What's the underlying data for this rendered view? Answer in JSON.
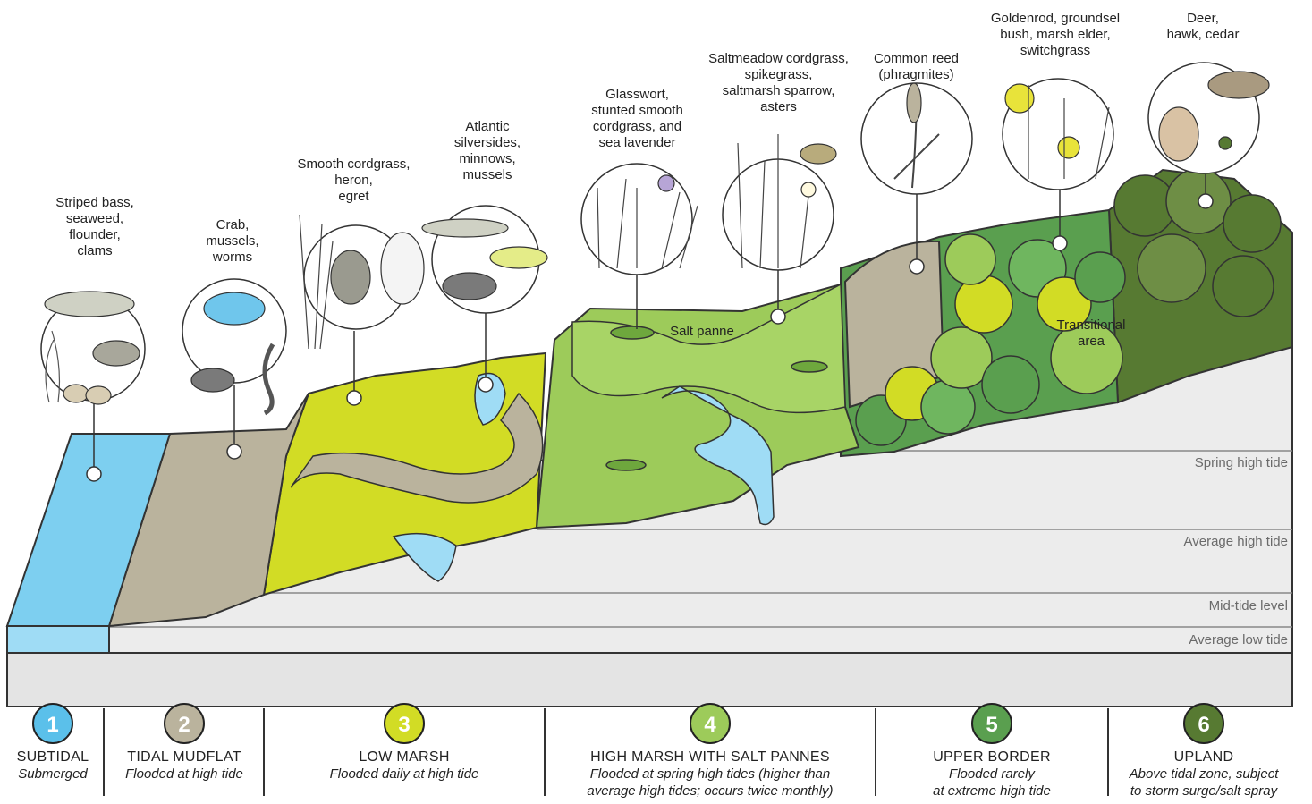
{
  "species_labels": {
    "subtidal": "Striped bass,\nseaweed,\nflounder,\nclams",
    "mudflat": "Crab,\nmussels,\nworms",
    "low_marsh": "Smooth cordgrass,\nheron,\negret",
    "channel": "Atlantic\nsilversides,\nminnows,\nmussels",
    "high_marsh": "Glasswort,\nstunted smooth\ncordgrass, and\nsea lavender",
    "salt_meadow": "Saltmeadow cordgrass,\nspikegrass,\nsaltmarsh sparrow,\nasters",
    "reed": "Common reed\n(phragmites)",
    "border": "Goldenrod, groundsel\nbush, marsh elder,\nswitchgrass",
    "upland": "Deer,\nhawk, cedar"
  },
  "area_labels": {
    "salt_panne": "Salt panne",
    "transitional": "Transitional\narea"
  },
  "tide_levels": [
    {
      "label": "Spring high tide"
    },
    {
      "label": "Average high tide"
    },
    {
      "label": "Mid-tide level"
    },
    {
      "label": "Average low tide"
    }
  ],
  "zones": [
    {
      "number": "1",
      "name": "SUBTIDAL",
      "desc": "Submerged",
      "color": "#5bc0ea"
    },
    {
      "number": "2",
      "name": "TIDAL MUDFLAT",
      "desc": "Flooded at high tide",
      "color": "#bab39d"
    },
    {
      "number": "3",
      "name": "LOW MARSH",
      "desc": "Flooded daily at high tide",
      "color": "#d2dc25"
    },
    {
      "number": "4",
      "name": "HIGH MARSH WITH SALT PANNES",
      "desc": "Flooded at spring high tides (higher than\naverage high tides; occurs twice monthly)",
      "color": "#9dcb5a"
    },
    {
      "number": "5",
      "name": "UPPER BORDER",
      "desc": "Flooded rarely\nat extreme high tide",
      "color": "#5a9f4f"
    },
    {
      "number": "6",
      "name": "UPLAND",
      "desc": "Above tidal zone, subject\nto storm surge/salt spray",
      "color": "#577a32"
    }
  ],
  "colors": {
    "water": "#7dcff0",
    "mudflat": "#bab39d",
    "low_marsh": "#d2dc25",
    "high_marsh": "#9dcb5a",
    "upper_border": "#5a9f4f",
    "upland": "#577a32",
    "base": "#ececec"
  }
}
